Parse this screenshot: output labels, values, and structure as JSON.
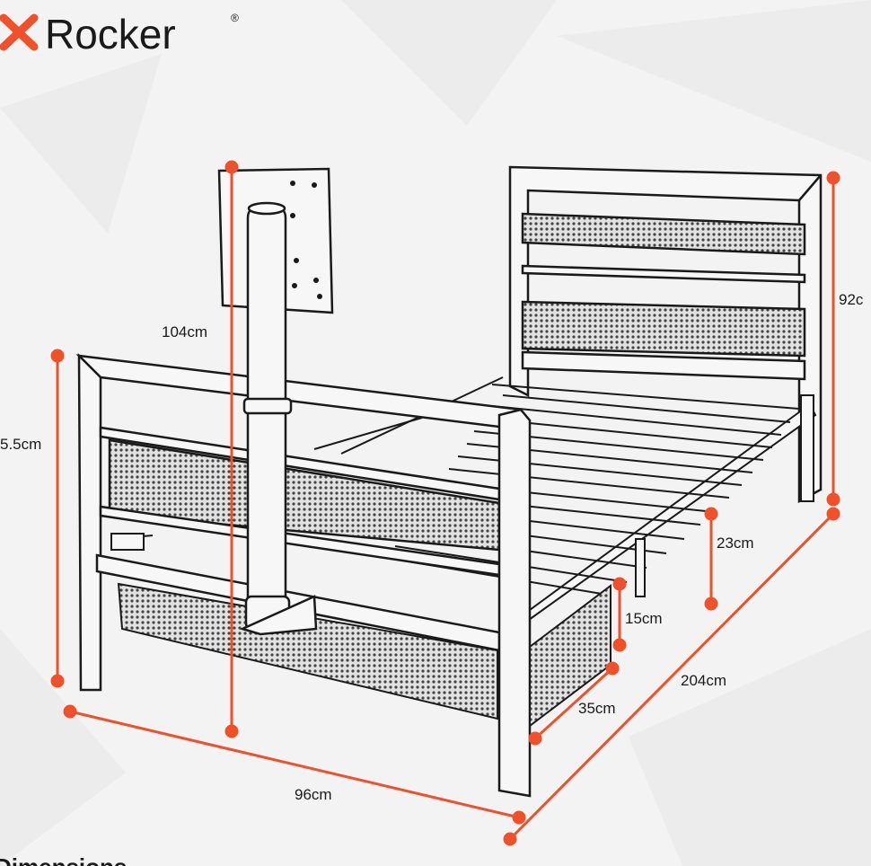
{
  "brand": {
    "name": "Rocker",
    "trademark": "®",
    "accent": "#f0502a"
  },
  "dimensions": {
    "monitor_mount_height": "104cm",
    "footboard_height": "5.5cm",
    "headboard_height": "92c",
    "leg_clearance": "23cm",
    "drawer_height": "15cm",
    "drawer_depth": "35cm",
    "bed_length": "204cm",
    "bed_width": "96cm"
  },
  "section": {
    "heading": "Dimensions"
  },
  "colors": {
    "line": "#1a1a1a",
    "mesh": "#cfcfcf",
    "marker": "#f0502a",
    "background": "#f3f3f3"
  }
}
